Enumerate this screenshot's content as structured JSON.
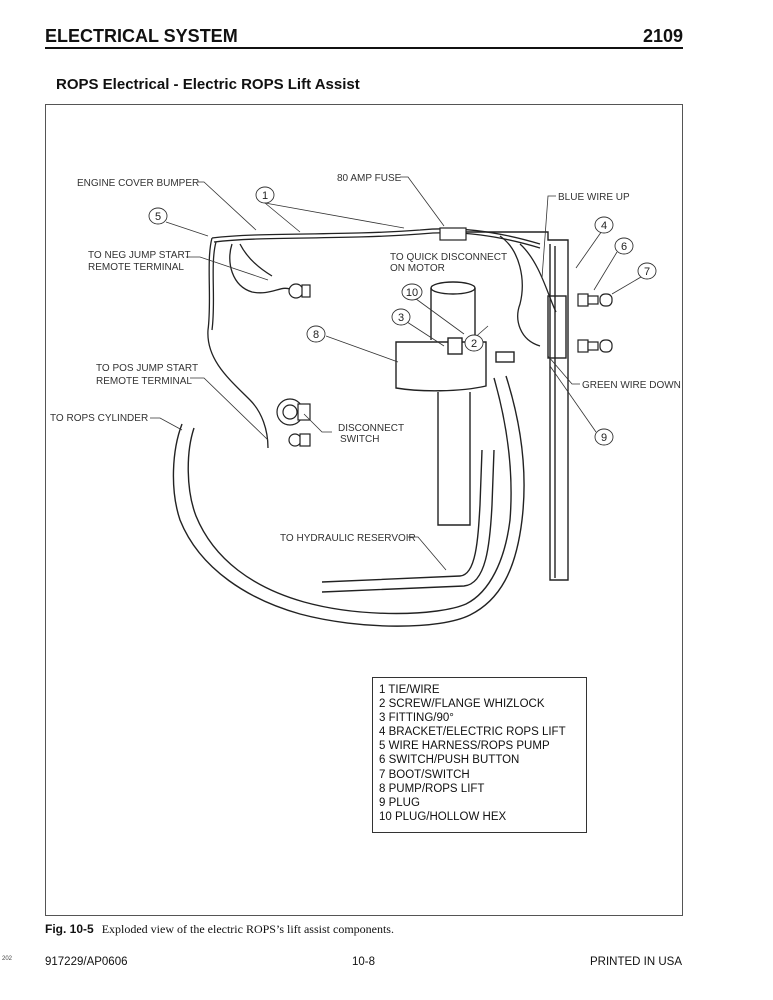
{
  "header": {
    "title": "ELECTRICAL SYSTEM",
    "page_code": "2109"
  },
  "section_title": "ROPS Electrical - Electric ROPS Lift Assist",
  "callouts": {
    "engine_cover_bumper": "ENGINE COVER BUMPER",
    "amp_fuse": "80 AMP FUSE",
    "blue_wire_up": "BLUE WIRE UP",
    "neg_jump_1": "TO NEG JUMP START",
    "neg_jump_2": "REMOTE TERMINAL",
    "quick_disconnect_1": "TO QUICK DISCONNECT",
    "quick_disconnect_2": "ON MOTOR",
    "pos_jump_1": "TO POS JUMP START",
    "pos_jump_2": "REMOTE TERMINAL",
    "green_wire_down": "GREEN WIRE DOWN",
    "rops_cylinder": "TO ROPS CYLINDER",
    "disconnect_switch_1": "DISCONNECT",
    "disconnect_switch_2": "SWITCH",
    "hydraulic_reservoir": "TO HYDRAULIC RESERVOIR"
  },
  "item_numbers": [
    "1",
    "2",
    "3",
    "4",
    "5",
    "6",
    "7",
    "8",
    "9",
    "10"
  ],
  "parts_list": [
    "1 TIE/WIRE",
    "2 SCREW/FLANGE WHIZLOCK",
    "3 FITTING/90°",
    "4 BRACKET/ELECTRIC ROPS LIFT",
    "5 WIRE HARNESS/ROPS PUMP",
    "6 SWITCH/PUSH BUTTON",
    "7 BOOT/SWITCH",
    "8 PUMP/ROPS LIFT",
    "9 PLUG",
    "10 PLUG/HOLLOW HEX"
  ],
  "caption": {
    "label": "Fig. 10-5",
    "text": "Exploded view of the electric ROPS’s lift assist components."
  },
  "footer": {
    "left": "917229/AP0606",
    "center": "10-8",
    "right": "PRINTED IN USA",
    "edge_mark": "202"
  }
}
